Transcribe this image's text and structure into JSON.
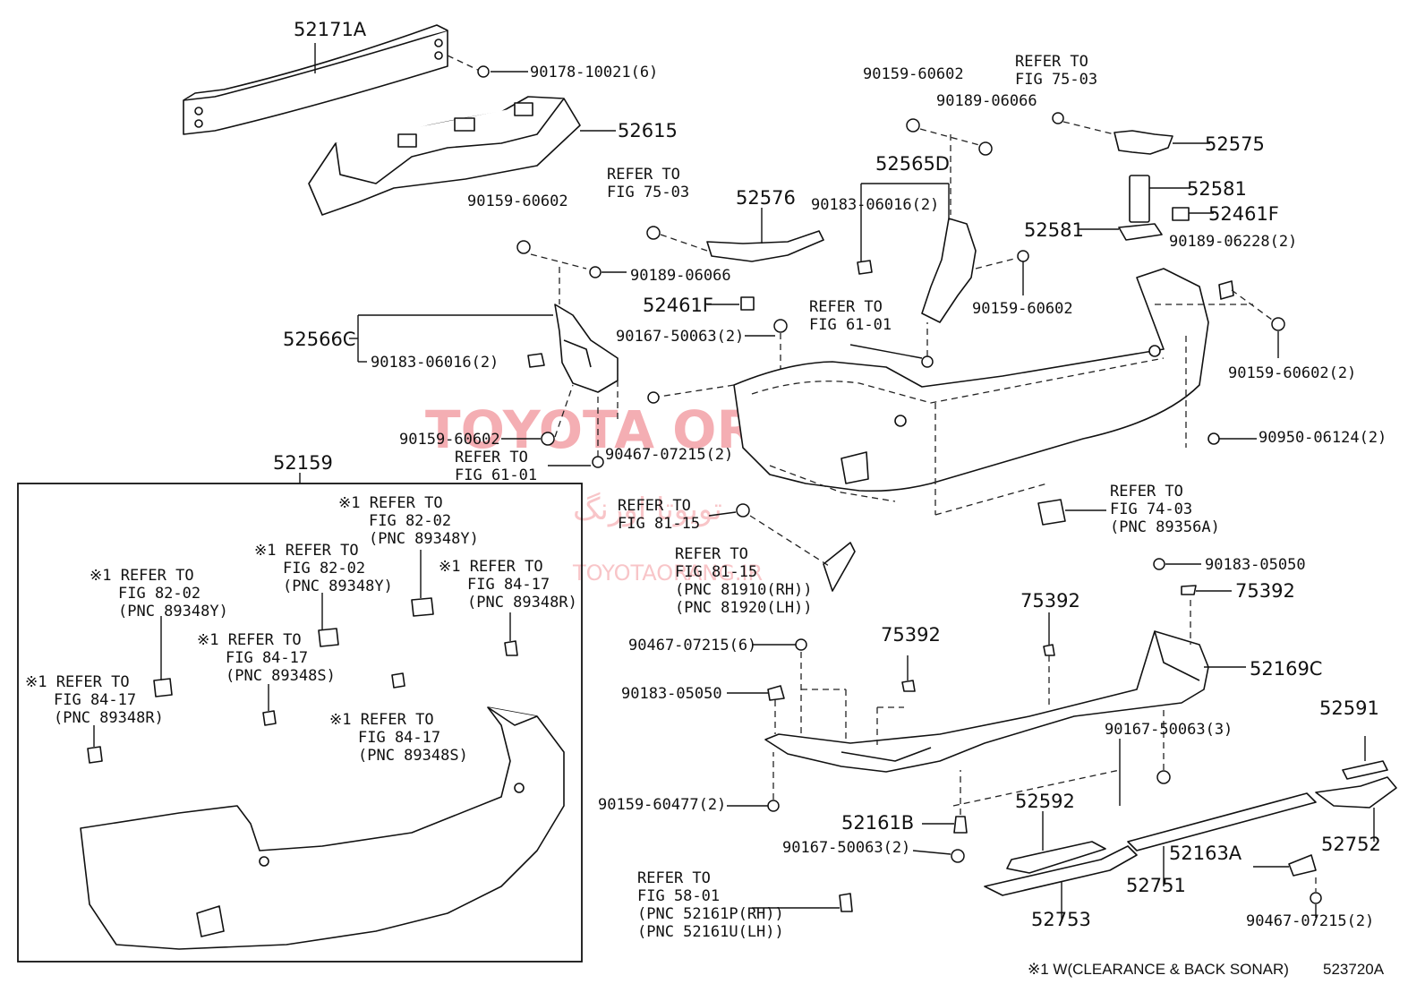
{
  "watermark": {
    "main": "TOYOTA ORANG",
    "persian": "تویوتا اورنگ",
    "url": "TOYOTAORANG.IR"
  },
  "labels": {
    "l52171A": "52171A",
    "l52615": "52615",
    "l90178": "90178-10021(6)",
    "l90159_a": "90159-60602",
    "l90189_a": "90189-06066",
    "l52576": "52576",
    "lRefer75_a": "REFER TO",
    "lFig75_a": "FIG 75-03",
    "l52461F_a": "52461F",
    "l52566C": "52566C",
    "l90183_a": "90183-06016(2)",
    "l90167_a": "90167-50063(2)",
    "l90159_b": "90159-60602",
    "l90467_a": "90467-07215(2)",
    "lRefer61_a": "REFER TO",
    "lFig61_a": "FIG 61-01",
    "l90159_c": "90159-60602",
    "l90189_b": "90189-06066",
    "lRefer75_b": "REFER TO",
    "lFig75_b": "FIG 75-03",
    "l52575": "52575",
    "l52565D": "52565D",
    "l90183_b": "90183-06016(2)",
    "l52581_a": "52581",
    "l52581_b": "52581",
    "l52461F_b": "52461F",
    "l90189_c": "90189-06228(2)",
    "l90159_d": "90159-60602",
    "lRefer61_b": "REFER TO",
    "lFig61_b": "FIG 61-01",
    "l90159_e": "90159-60602(2)",
    "l90950": "90950-06124(2)",
    "lRefer74": "REFER TO",
    "lFig74": "FIG 74-03",
    "lPnc89356": "(PNC 89356A)",
    "lRefer81_a": "REFER TO",
    "lFig81_a": "FIG 81-15",
    "lRefer81_b": "REFER TO",
    "lFig81_b": "FIG 81-15",
    "lPnc81910": "(PNC 81910(RH))",
    "lPnc81920": "(PNC 81920(LH))",
    "l52159": "52159",
    "l90183_c": "90183-05050",
    "l75392_a": "75392",
    "l75392_b": "75392",
    "l75392_c": "75392",
    "l52169C": "52169C",
    "l90467_b": "90467-07215(6)",
    "l90183_d": "90183-05050",
    "l90167_b": "90167-50063(3)",
    "l52591": "52591",
    "l90159_f": "90159-60477(2)",
    "l52161B": "52161B",
    "l52592": "52592",
    "l90167_c": "90167-50063(2)",
    "l52163A": "52163A",
    "l52752": "52752",
    "l52751": "52751",
    "l52753": "52753",
    "l90467_c": "90467-07215(2)",
    "lRefer58": "REFER TO",
    "lFig58": "FIG 58-01",
    "lPnc52161P": "(PNC 52161P(RH))",
    "lPnc52161U": "(PNC 52161U(LH))",
    "inset": {
      "r1a": "※1 REFER TO",
      "r1b": "FIG 82-02",
      "r1c": "(PNC 89348Y)",
      "r2a": "※1 REFER TO",
      "r2b": "FIG 82-02",
      "r2c": "(PNC 89348Y)",
      "r3a": "※1 REFER TO",
      "r3b": "FIG 84-17",
      "r3c": "(PNC 89348R)",
      "r4a": "※1 REFER TO",
      "r4b": "FIG 82-02",
      "r4c": "(PNC 89348Y)",
      "r5a": "※1 REFER TO",
      "r5b": "FIG 84-17",
      "r5c": "(PNC 89348S)",
      "r6a": "※1 REFER TO",
      "r6b": "FIG 84-17",
      "r6c": "(PNC 89348R)",
      "r7a": "※1 REFER TO",
      "r7b": "FIG 84-17",
      "r7c": "(PNC 89348S)"
    },
    "footnote": "※1 W(CLEARANCE & BACK SONAR)",
    "figcode": "523720A"
  }
}
